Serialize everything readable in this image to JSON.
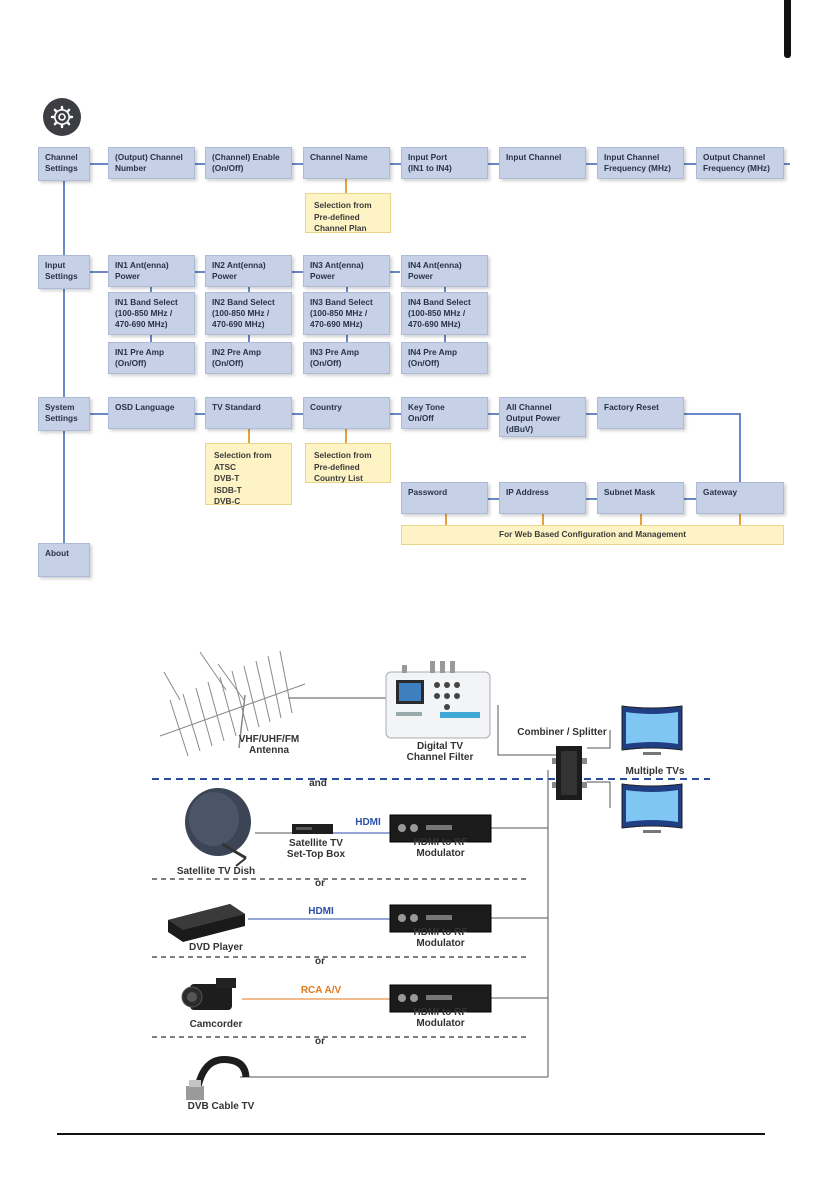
{
  "menu": {
    "channel_settings": {
      "label": "Channel\nSettings",
      "items": [
        "(Output) Channel\nNumber",
        "(Channel)  Enable\n(On/Off)",
        "Channel Name",
        "Input Port\n(IN1 to IN4)",
        "Input Channel",
        "Input Channel\nFrequency (MHz)",
        "Output Channel\nFrequency (MHz)"
      ],
      "channel_name_note": "Selection from\nPre-defined\nChannel Plan"
    },
    "input_settings": {
      "label": "Input\nSettings",
      "power": [
        "IN1 Ant(enna)\nPower",
        "IN2 Ant(enna)\nPower",
        "IN3 Ant(enna)\nPower",
        "IN4 Ant(enna)\nPower"
      ],
      "band": [
        "IN1 Band Select\n(100-850 MHz /\n470-690 MHz)",
        "IN2 Band Select\n(100-850 MHz /\n470-690 MHz)",
        "IN3 Band Select\n(100-850 MHz /\n470-690 MHz)",
        "IN4 Band Select\n(100-850 MHz /\n470-690 MHz)"
      ],
      "preamp": [
        "IN1 Pre Amp\n(On/Off)",
        "IN2 Pre Amp\n(On/Off)",
        "IN3 Pre Amp\n(On/Off)",
        "IN4 Pre Amp\n(On/Off)"
      ]
    },
    "system_settings": {
      "label": "System\nSettings",
      "items": [
        "OSD Language",
        "TV Standard",
        "Country",
        "Key Tone\nOn/Off",
        "All Channel\nOutput Power\n(dBuV)",
        "Factory Reset"
      ],
      "tv_standard_note": "Selection from\nATSC\nDVB-T\nISDB-T\nDVB-C",
      "country_note": "Selection from\nPre-defined\nCountry List",
      "web_items": [
        "Password",
        "IP Address",
        "Subnet Mask",
        "Gateway"
      ],
      "web_note": "For Web Based Configuration and Management"
    },
    "about": {
      "label": "About"
    }
  },
  "diagram": {
    "antenna": "VHF/UHF/FM\nAntenna",
    "filter": "Digital TV\nChannel Filter",
    "combiner": "Combiner / Splitter",
    "tvs": "Multiple TVs",
    "and": "and",
    "or": "or",
    "dish": "Satellite TV Dish",
    "stb": "Satellite TV\nSet-Top Box",
    "modulator": "HDMI to RF\nModulator",
    "hdmi": "HDMI",
    "dvd": "DVD Player",
    "rca": "RCA A/V",
    "camcorder": "Camcorder",
    "cable": "DVB Cable TV"
  },
  "colors": {
    "box": "#c6d0e6",
    "connector": "#6a87c8",
    "note": "#fdf3c4",
    "note_connector": "#e9a23a",
    "hdmi": "#2c4fa8",
    "rca": "#e07a1f"
  }
}
